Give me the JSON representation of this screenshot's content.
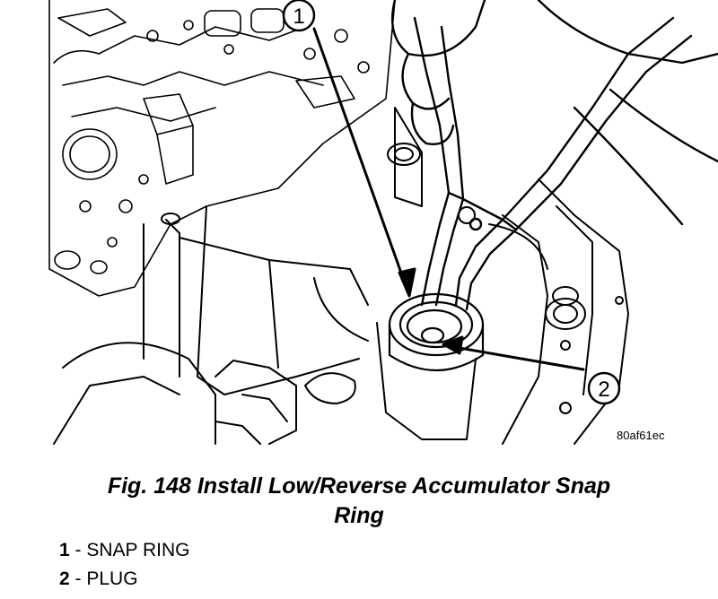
{
  "figure": {
    "image_id": "80af61ec",
    "callouts": [
      {
        "number": "1"
      },
      {
        "number": "2"
      }
    ]
  },
  "caption": {
    "line1": "Fig. 148 Install Low/Reverse Accumulator Snap",
    "line2": "Ring"
  },
  "legend": [
    {
      "number": "1",
      "separator": " - ",
      "text": "SNAP RING"
    },
    {
      "number": "2",
      "separator": " - ",
      "text": "PLUG"
    }
  ]
}
